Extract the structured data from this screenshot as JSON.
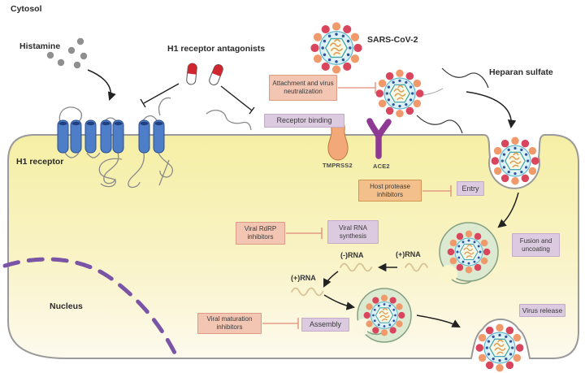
{
  "compartments": {
    "cytosol": "Cytosol",
    "nucleus": "Nucleus"
  },
  "labels": {
    "histamine": "Histamine",
    "h1_antagonists": "H1 receptor antagonists",
    "h1_receptor": "H1 receptor",
    "sars_cov_2": "SARS-CoV-2",
    "heparan_sulfate": "Heparan sulfate",
    "tmprss2": "TMPRSS2",
    "ace2": "ACE2",
    "minus_rna": "(-)RNA",
    "plus_rna_right": "(+)RNA",
    "plus_rna_left": "(+)RNA"
  },
  "inhibitor_boxes": {
    "attachment": "Attachment and virus neutralization",
    "host_protease": "Host protease inhibitors",
    "rdrp": "Viral RdRP inhibitors",
    "maturation": "Viral maturation inhibitors"
  },
  "process_boxes": {
    "receptor_binding": "Receptor binding",
    "entry": "Entry",
    "fusion": "Fusion and uncoating",
    "rna_synthesis": "Viral RNA synthesis",
    "assembly": "Assembly",
    "release": "Virus release"
  },
  "colors": {
    "cell_fill_top": "#f5efa5",
    "cell_fill_bottom": "#fdfaee",
    "membrane_stroke": "#9a9a9a",
    "nucleus_dash": "#7a55a5",
    "helix_blue": "#4f7ec9",
    "capsule_red": "#cf2630",
    "spike_red": "#d9455c",
    "spike_orange": "#f09a6c",
    "virus_membrane": "#d8f0f6",
    "capsid_teal": "#49a9b4",
    "rna_orange": "#e39a4c",
    "vesicle_green": "#dcead2",
    "inhibitor_box": "#f2c6b3",
    "process_box": "#dccbe0",
    "tmprss2_orange": "#f2a878",
    "ace2_purple": "#8e3a94",
    "inhibit_line": "#e08a78"
  }
}
